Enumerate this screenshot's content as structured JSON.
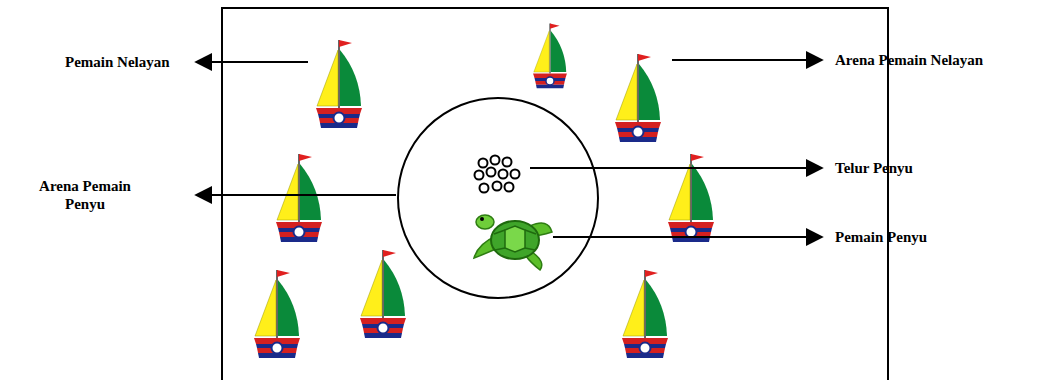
{
  "diagram": {
    "labels": [
      "Pemain Nelayan",
      "Arena Pemain Nelayan",
      "Arena Pemain Penyu",
      "Telur Penyu",
      "Pemain Penyu"
    ]
  }
}
